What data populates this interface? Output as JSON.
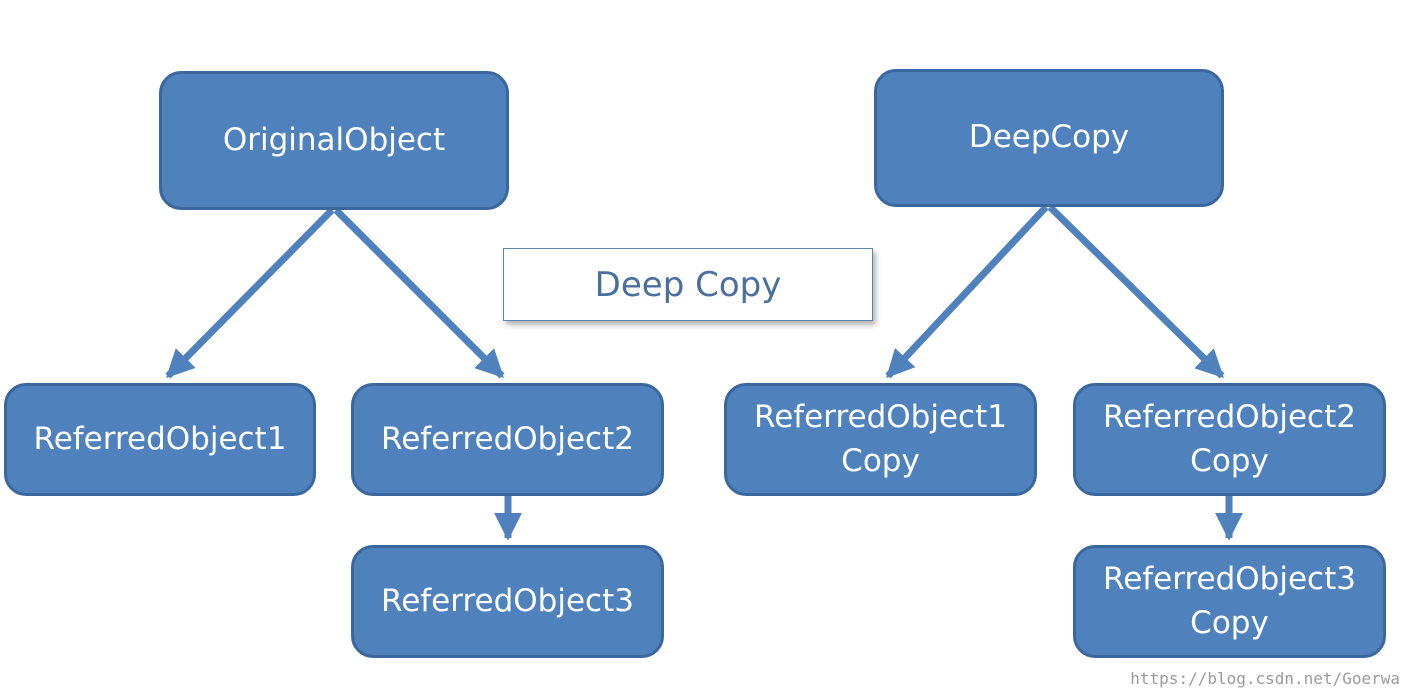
{
  "title": "Deep Copy",
  "original": {
    "root": "OriginalObject",
    "child1": "ReferredObject1",
    "child2": "ReferredObject2",
    "grandchild": "ReferredObject3"
  },
  "copy": {
    "root": "DeepCopy",
    "child1_line1": "ReferredObject1",
    "child1_line2": "Copy",
    "child2_line1": "ReferredObject2",
    "child2_line2": "Copy",
    "grandchild_line1": "ReferredObject3",
    "grandchild_line2": "Copy"
  },
  "watermark": "https://blog.csdn.net/Goerwa",
  "colors": {
    "node_fill": "#4f81bd",
    "node_border": "#3a679e",
    "arrow": "#4f81bd",
    "title_text": "#4a6f9f"
  }
}
